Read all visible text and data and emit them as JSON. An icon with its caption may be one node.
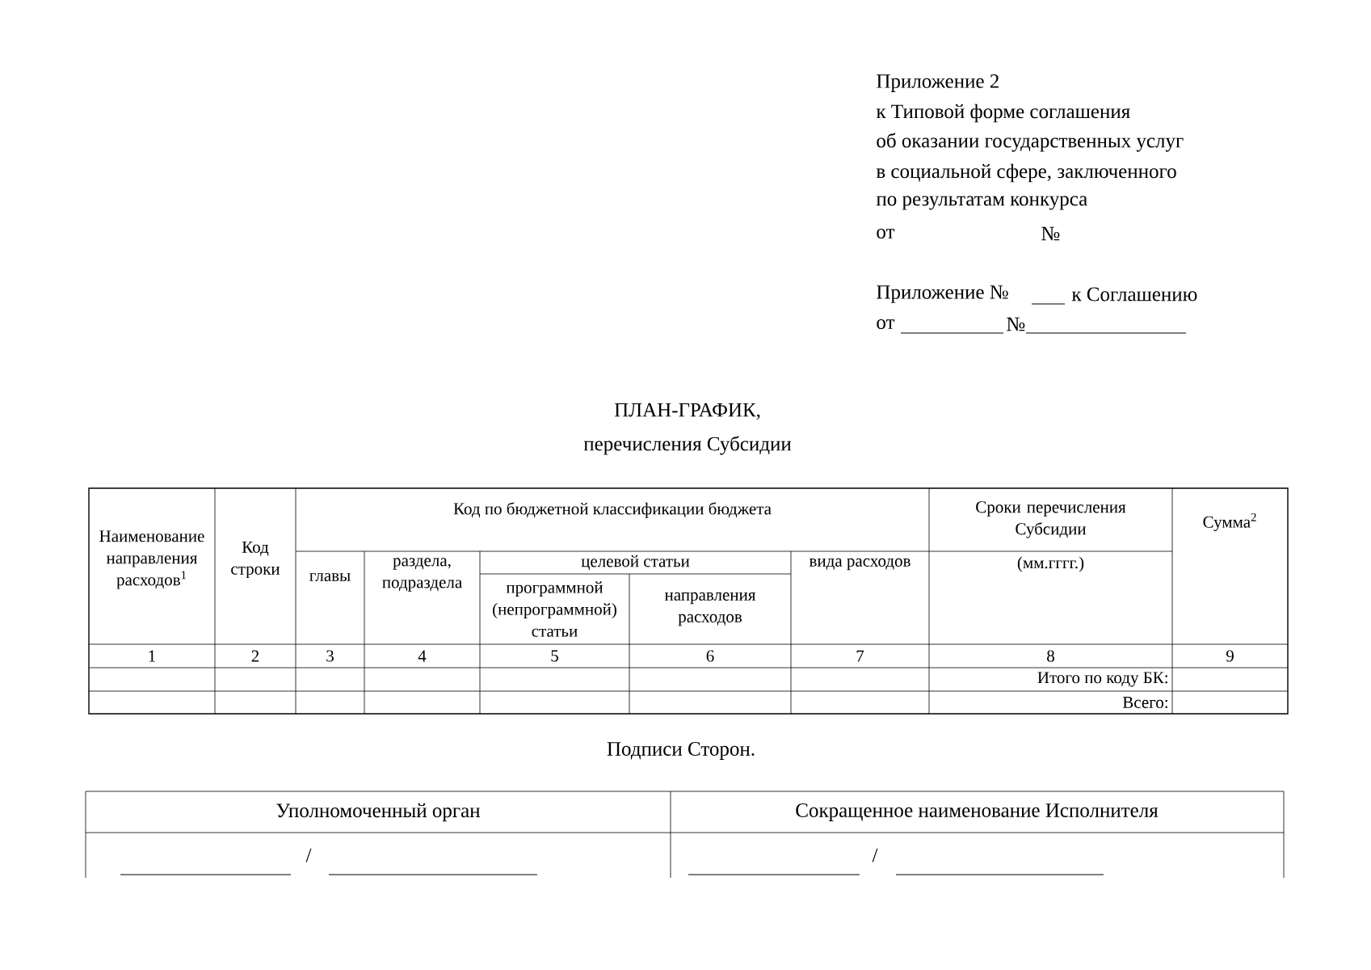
{
  "diagram": {
    "title": "ПЛАН-ГРАФИК,",
    "labels": [
      "Приложение 2",
      "к Типовой форме соглашения",
      "об оказании государственных услуг",
      "в социальной сфере, заключенного",
      "по результатам конкурса",
      "от",
      "№",
      "Приложение №",
      "к Соглашению",
      "от",
      "№",
      "перечисления Субсидии",
      "Наименование направления расходов$^{1}$",
      "Код строки",
      "Код по бюджетной классификации бюджета",
      "Сроки перечисления Субсидии",
      "Сумма$^{2}$",
      "главы",
      "раздела, подраздела",
      "целевой статьи",
      "вида расходов",
      "(мм.гггг.)",
      "программной (непрограммной) статьи",
      "направления расходов",
      "1",
      "2",
      "3",
      "4",
      "5",
      "6",
      "7",
      "8",
      "9",
      "Итого по коду БК:",
      "Всего:",
      "Подписи Сторон.",
      "Уполномоченный орган",
      "Сокращенное наименование Исполнителя",
      "/",
      "/"
    ]
  }
}
